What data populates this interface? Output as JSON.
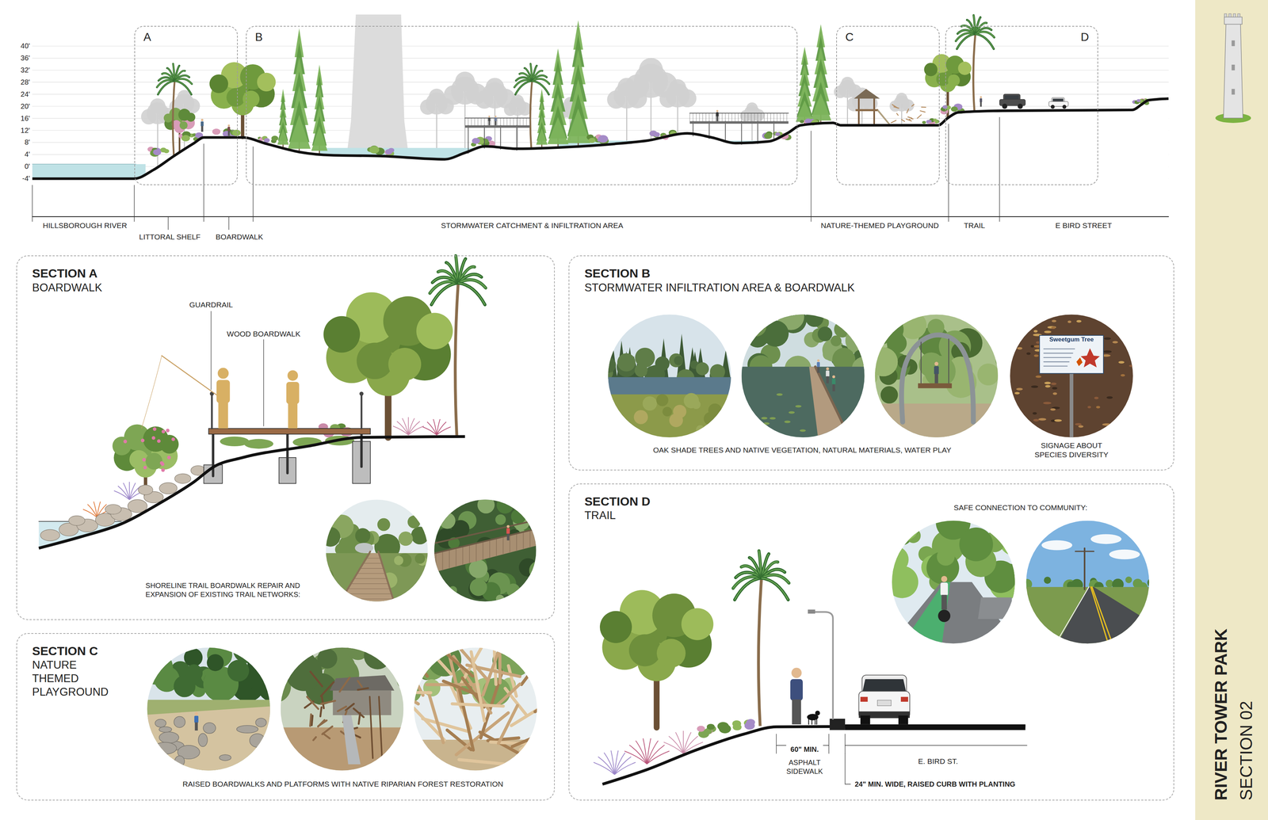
{
  "diagram": {
    "title": "RIVER TOWER PARK",
    "nodes": [
      {
        "text": [
          "A"
        ]
      },
      {
        "text": [
          "B"
        ]
      },
      {
        "text": [
          "C"
        ]
      },
      {
        "text": [
          "D"
        ]
      },
      {
        "text": [
          "SECTION A",
          "BOARDWALK"
        ]
      },
      {
        "text": [
          "SECTION B",
          "STORMWATER INFILTRATION AREA & BOARDWALK"
        ]
      },
      {
        "text": [
          "SECTION C",
          "NATURE THEMED PLAYGROUND"
        ]
      },
      {
        "text": [
          "SECTION D",
          "TRAIL"
        ]
      }
    ],
    "labels": [
      "40'",
      "36'",
      "32'",
      "28'",
      "24'",
      "20'",
      "16'",
      "12'",
      "8'",
      "4'",
      "0'",
      "-4'",
      "HILLSBOROUGH RIVER",
      "LITTORAL SHELF",
      "BOARDWALK",
      "STORMWATER CATCHMENT & INFILTRATION AREA",
      "NATURE-THEMED PLAYGROUND",
      "TRAIL",
      "E BIRD STREET",
      "GUARDRAIL",
      "WOOD BOARDWALK",
      "SHORELINE TRAIL BOARDWALK REPAIR AND EXPANSION OF EXISTING TRAIL NETWORKS:",
      "OAK SHADE TREES AND NATIVE VEGETATION, NATURAL MATERIALS, WATER PLAY",
      "Sweetgum Tree",
      "SIGNAGE ABOUT SPECIES DIVERSITY",
      "RAISED BOARDWALKS AND PLATFORMS WITH NATIVE RIPARIAN FOREST RESTORATION",
      "SAFE CONNECTION TO COMMUNITY:",
      "60\" MIN.",
      "ASPHALT SIDEWALK",
      "E. BIRD ST.",
      "24\" MIN. WIDE, RAISED CURB WITH PLANTING",
      "SECTION 02"
    ]
  }
}
